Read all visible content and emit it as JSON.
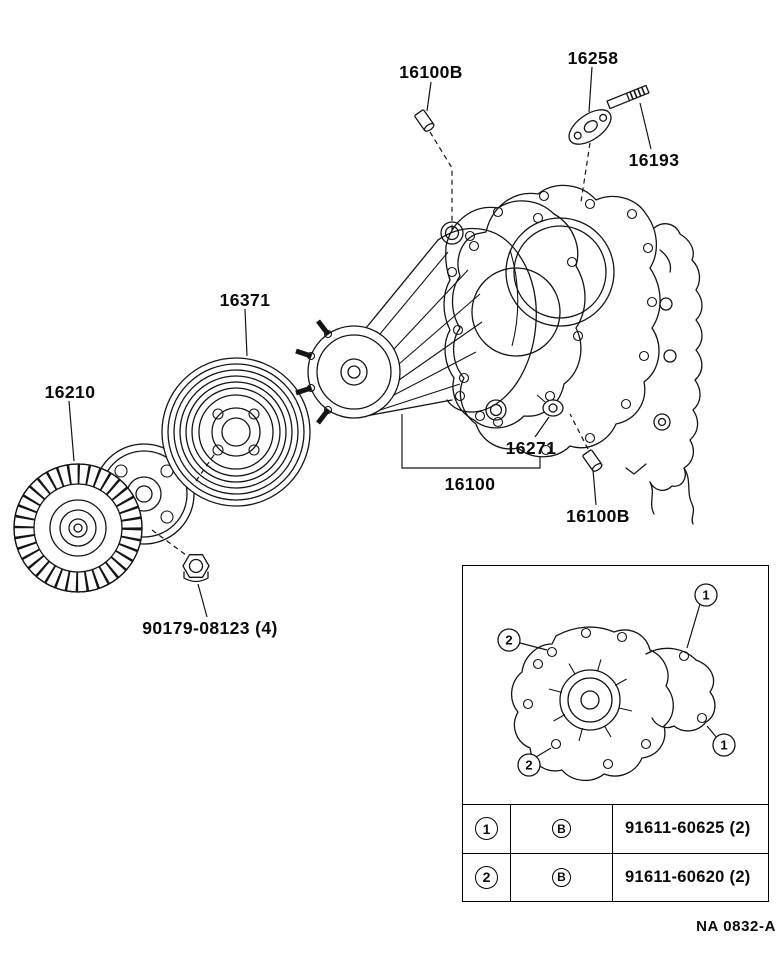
{
  "labels": {
    "b16100b_top": "16100B",
    "b16258": "16258",
    "b16193": "16193",
    "b16371": "16371",
    "b16210": "16210",
    "b16271": "16271",
    "b16100": "16100",
    "b16100b_bottom": "16100B",
    "b90179": "90179-08123 (4)"
  },
  "callouts": {
    "one": "1",
    "two": "2"
  },
  "legend_table": {
    "rows": [
      {
        "num": "1",
        "code": "B",
        "part": "91611-60625 (2)"
      },
      {
        "num": "2",
        "code": "B",
        "part": "91611-60620 (2)"
      }
    ]
  },
  "footer_code": "NA 0832-A"
}
